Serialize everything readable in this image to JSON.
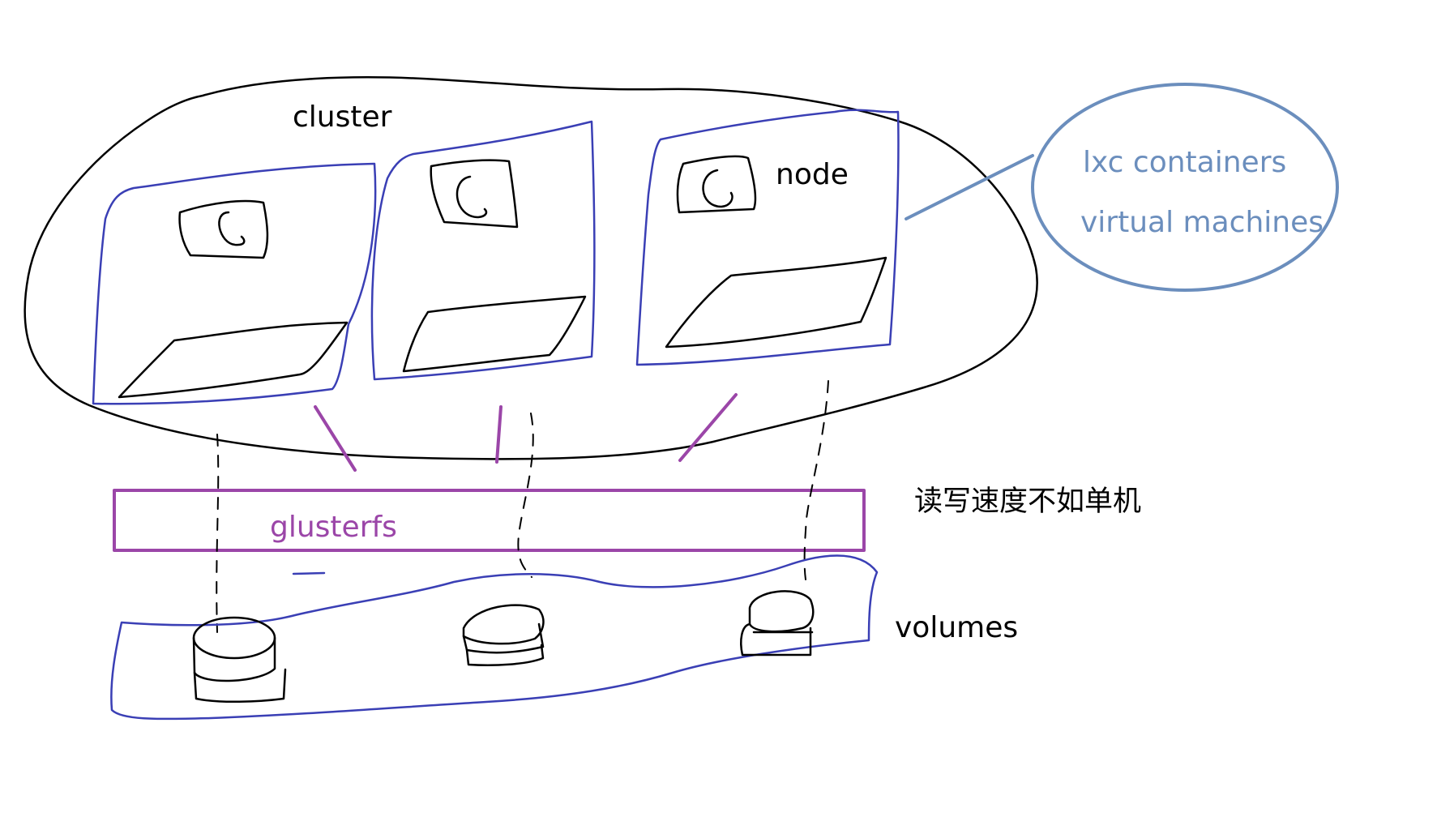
{
  "labels": {
    "cluster": "cluster",
    "node": "node",
    "lxc": "lxc containers",
    "vm": "virtual machines",
    "glusterfs": "glusterfs",
    "speed_note": "读写速度不如单机",
    "volumes": "volumes"
  },
  "colors": {
    "ink": "#000000",
    "node_blue": "#3a3fb5",
    "gluster_purple": "#9b46a8",
    "bubble_blue": "#6b8ebd"
  }
}
